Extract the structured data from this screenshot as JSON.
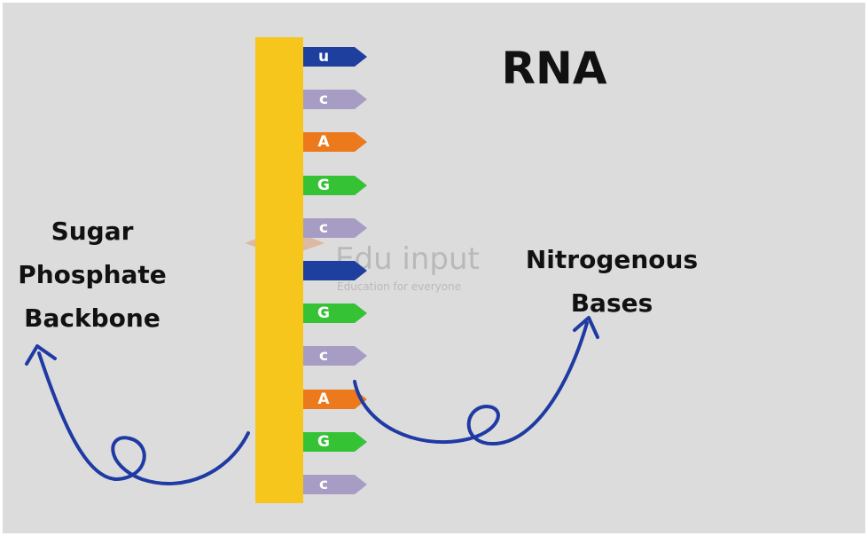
{
  "title": "RNA",
  "labels": {
    "backbone": [
      "Sugar",
      "Phosphate",
      "Backbone"
    ],
    "bases": [
      "Nitrogenous",
      "Bases"
    ]
  },
  "watermark": {
    "brand": "Edu input",
    "tagline": "Education for everyone"
  },
  "colors": {
    "background": "#dcdcdc",
    "backbone": "#f6c61c",
    "arrow": "#1f3aa3",
    "U": "#1e3f9e",
    "C": "#a79cc4",
    "A": "#ec7a1c",
    "G": "#35c235"
  },
  "bases": [
    {
      "letter": "u",
      "type": "U"
    },
    {
      "letter": "c",
      "type": "C"
    },
    {
      "letter": "A",
      "type": "A"
    },
    {
      "letter": "G",
      "type": "G"
    },
    {
      "letter": "c",
      "type": "C"
    },
    {
      "letter": "",
      "type": "U"
    },
    {
      "letter": "G",
      "type": "G"
    },
    {
      "letter": "c",
      "type": "C"
    },
    {
      "letter": "A",
      "type": "A"
    },
    {
      "letter": "G",
      "type": "G"
    },
    {
      "letter": "c",
      "type": "C"
    }
  ]
}
